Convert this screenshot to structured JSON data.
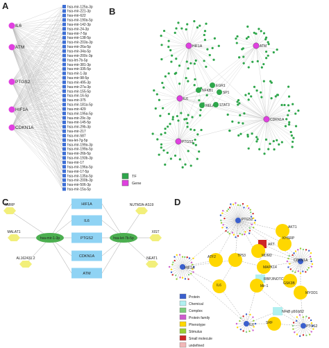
{
  "panels": {
    "A": {
      "label": "A",
      "genes": [
        "IL6",
        "ATM",
        "PTGS2",
        "HIF1A",
        "CDKN1A"
      ],
      "mirnas": [
        "hsa-mir-125a-3p",
        "hsa-mir-221-3p",
        "hsa-mir-622",
        "hsa-mir-190a-5p",
        "hsa-mir-142-3p",
        "hsa-mir-24-3p",
        "hsa-mir-7-5p",
        "hsa-mir-138-5p",
        "hsa-mir-203a-3p",
        "hsa-mir-26a-5p",
        "hsa-mir-34a-5p",
        "hsa-mir-200c-3p",
        "hsa-let-7b-5p",
        "hsa-mir-381-3p",
        "hsa-mir-335-5p",
        "hsa-mir-1-3p",
        "hsa-mir-98-5p",
        "hsa-mir-495-3p",
        "hsa-mir-27a-3p",
        "hsa-mir-155-5p",
        "hsa-mir-16-5p",
        "hsa-mir-375",
        "hsa-mir-181a-5p",
        "hsa-mir-429",
        "hsa-mir-195a-5p",
        "hsa-mir-29c-3p",
        "hsa-mir-145-5p",
        "hsa-mir-29b-3p",
        "hsa-mir-217",
        "hsa-mir-587",
        "hsa-let-7g-5p",
        "hsa-mir-199a-3p",
        "hsa-mir-199a-5p",
        "hsa-mir-26b-5p",
        "hsa-mir-193b-3p",
        "hsa-mir-17",
        "hsa-mir-196a-5p",
        "hsa-mir-17-5p",
        "hsa-mir-135a-5p",
        "hsa-mir-200b-3p",
        "hsa-mir-506-3p",
        "hsa-mir-15a-5p"
      ]
    },
    "B": {
      "label": "B",
      "hubs": [
        "HIF1A",
        "ATM",
        "IL6",
        "CDKN1A",
        "PTGS2"
      ],
      "tfs": [
        "EGR1",
        "NFKB1",
        "SP1",
        "RELA",
        "STAT3"
      ],
      "legend": [
        "TF",
        "Gene"
      ],
      "colors": {
        "tf": "#2ea64b",
        "gene": "#e040e0",
        "edge": "#c8c8c8"
      }
    },
    "C": {
      "label": "C",
      "genes": [
        "HIF1A",
        "IL6",
        "PTGS2",
        "CDKN1A",
        "ATM"
      ],
      "mirnas": [
        "hsa-mir-1-3p",
        "hsa-let-7b-5p"
      ],
      "lncrnas": [
        "RMRP",
        "NUTM2A-AS19",
        "MALAT1",
        "XIST",
        "AL162431.2",
        "NEAT1"
      ],
      "colors": {
        "gene": "#8fd3f4",
        "mirna": "#4caf50",
        "lnc": "#f2ef7a"
      }
    },
    "D": {
      "label": "D",
      "nodes": [
        "PTGS2",
        "AKT1",
        "AKT",
        "KHSRP",
        "MDM2",
        "ATF2",
        "TP53",
        "MAPK14",
        "CDKN1A",
        "HIF1A",
        "RBPJ/NOTCH",
        "IL6",
        "Mir-1",
        "GSK3B",
        "MYOD1",
        "NFkB p50/p52",
        "IL6",
        "SRF",
        "PTGS2"
      ],
      "legend": [
        "Protein",
        "Chemical",
        "Complex",
        "Protein family",
        "Phenotype",
        "Stimulus",
        "Small molecule",
        "undefined"
      ],
      "legend_colors": [
        "#3a5fcd",
        "#b0f0f0",
        "#7ccd7c",
        "#cd5ccd",
        "#ffd700",
        "#9acd32",
        "#cd2626",
        "#f2b8b8"
      ]
    }
  }
}
